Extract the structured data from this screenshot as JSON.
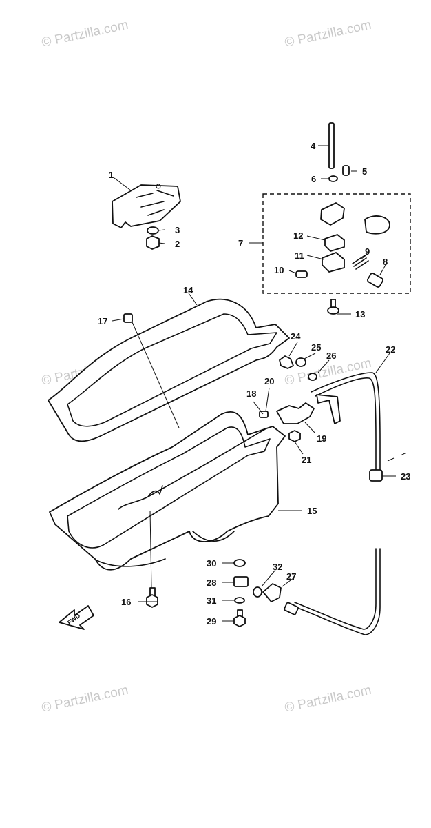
{
  "watermark": "© Partzilla.com",
  "fwd_label": "FWD",
  "callouts": [
    "1",
    "2",
    "3",
    "4",
    "5",
    "6",
    "7",
    "8",
    "9",
    "10",
    "11",
    "12",
    "13",
    "14",
    "15",
    "16",
    "17",
    "18",
    "19",
    "20",
    "21",
    "22",
    "23",
    "24",
    "25",
    "26",
    "27",
    "28",
    "29",
    "30",
    "31",
    "32"
  ]
}
